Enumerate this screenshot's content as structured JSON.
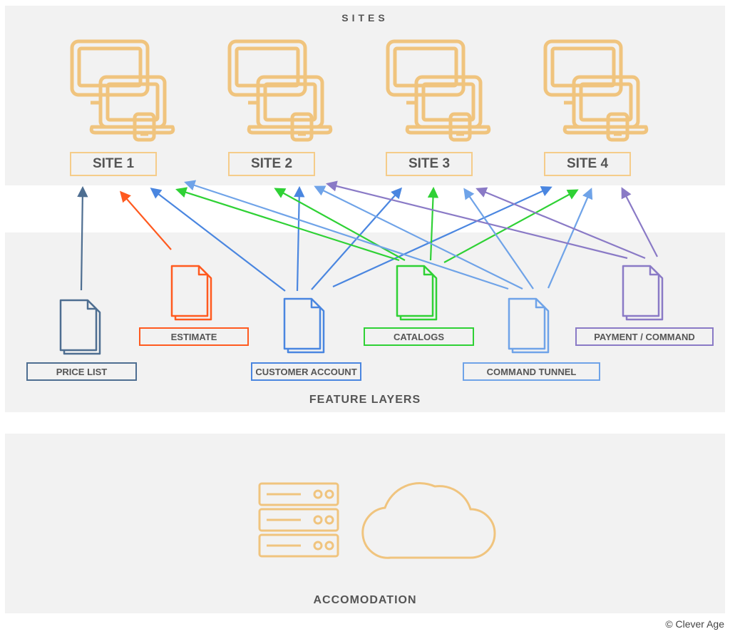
{
  "sections": {
    "sites": "SITES",
    "features": "FEATURE LAYERS",
    "hosting": "ACCOMODATION"
  },
  "sites": [
    "SITE 1",
    "SITE 2",
    "SITE 3",
    "SITE 4"
  ],
  "features": {
    "price_list": "PRICE LIST",
    "estimate": "ESTIMATE",
    "customer_account": "CUSTOMER ACCOUNT",
    "catalogs": "CATALOGS",
    "command_tunnel": "COMMAND TUNNEL",
    "payment_command": "PAYMENT / COMMAND"
  },
  "colors": {
    "device": "#f0c47e",
    "price_list": "#4e6e91",
    "estimate": "#ff5a1f",
    "customer_account": "#4a86e0",
    "catalogs": "#2fd135",
    "command_tunnel": "#6fa3e8",
    "payment_command": "#8a7ac6"
  },
  "icons": {
    "device": "devices-icon",
    "document": "document-stack-icon",
    "server": "server-icon",
    "cloud": "cloud-icon"
  },
  "credit": "© Clever Age"
}
